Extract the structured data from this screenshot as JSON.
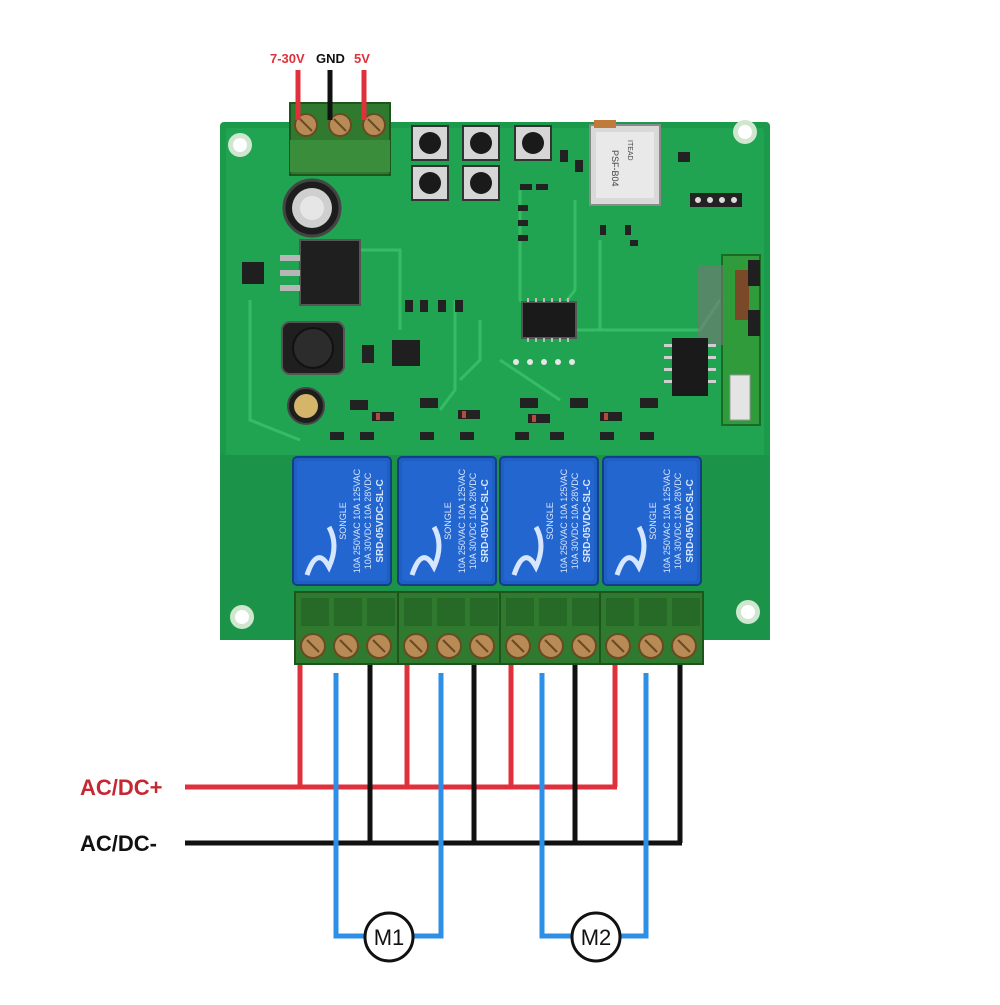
{
  "power_terminal": {
    "labels": [
      {
        "text": "7-30V",
        "color": "#e0303b"
      },
      {
        "text": "GND",
        "color": "#111111"
      },
      {
        "text": "5V",
        "color": "#e0303b"
      }
    ]
  },
  "wiring": {
    "positive_label": "AC/DC+",
    "negative_label": "AC/DC-",
    "colors": {
      "positive": "#e0303b",
      "negative": "#111111",
      "motor": "#2e8fe6"
    }
  },
  "motors": [
    {
      "label": "M1"
    },
    {
      "label": "M2"
    }
  ],
  "relays": [
    {
      "brand": "SONGLE",
      "rating1": "10A 250VAC 10A 125VAC",
      "rating2": "10A 30VDC 10A 28VDC",
      "model": "SRD-05VDC-SL-C"
    },
    {
      "brand": "SONGLE",
      "rating1": "10A 250VAC 10A 125VAC",
      "rating2": "10A 30VDC 10A 28VDC",
      "model": "SRD-05VDC-SL-C"
    },
    {
      "brand": "SONGLE",
      "rating1": "10A 250VAC 10A 125VAC",
      "rating2": "10A 30VDC 10A 28VDC",
      "model": "SRD-05VDC-SL-C"
    },
    {
      "brand": "SONGLE",
      "rating1": "10A 250VAC 10A 125VAC",
      "rating2": "10A 30VDC 10A 28VDC",
      "model": "SRD-05VDC-SL-C"
    }
  ],
  "wifi_module": {
    "text1": "PSF-B04",
    "text2": "ITEAD"
  },
  "colors": {
    "pcb": "#1fa04f",
    "relay": "#1f5fc4",
    "terminal": "#2f7a2f"
  }
}
